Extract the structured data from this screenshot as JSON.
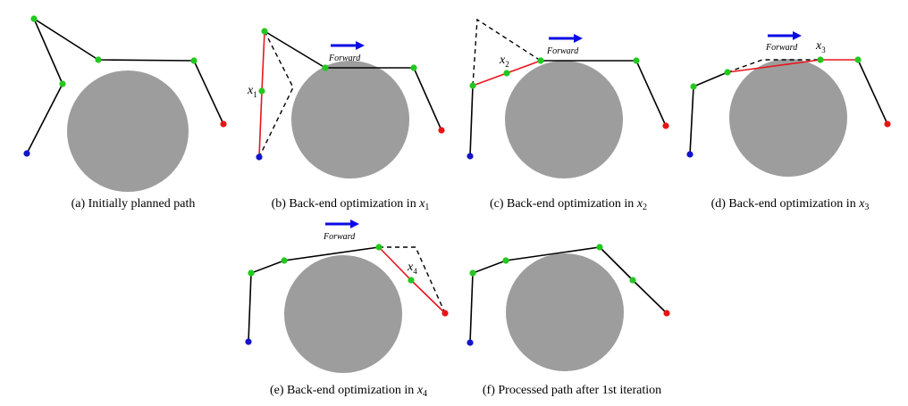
{
  "colors": {
    "obstacle": "#9d9d9d",
    "path": "#000000",
    "optimized": "#e8141e",
    "waypoint": "#22c81e",
    "start": "#1414c8",
    "goal": "#e81414",
    "arrow": "#0a0ae6"
  },
  "forward_label": "Forward",
  "panels": [
    {
      "id": "a",
      "caption_prefix": "(a) Initially planned path",
      "caption_var": "",
      "caption_sub": "",
      "x_label": "",
      "x_sub": ""
    },
    {
      "id": "b",
      "caption_prefix": "(b) Back-end optimization in ",
      "caption_var": "x",
      "caption_sub": "1",
      "x_label": "x",
      "x_sub": "1"
    },
    {
      "id": "c",
      "caption_prefix": "(c) Back-end optimization in ",
      "caption_var": "x",
      "caption_sub": "2",
      "x_label": "x",
      "x_sub": "2"
    },
    {
      "id": "d",
      "caption_prefix": "(d) Back-end optimization in ",
      "caption_var": "x",
      "caption_sub": "3",
      "x_label": "x",
      "x_sub": "3"
    },
    {
      "id": "e",
      "caption_prefix": "(e) Back-end optimization in ",
      "caption_var": "x",
      "caption_sub": "4",
      "x_label": "x",
      "x_sub": "4"
    },
    {
      "id": "f",
      "caption_prefix": "(f) Processed path after 1st iteration",
      "caption_var": "",
      "caption_sub": "",
      "x_label": "",
      "x_sub": ""
    }
  ]
}
